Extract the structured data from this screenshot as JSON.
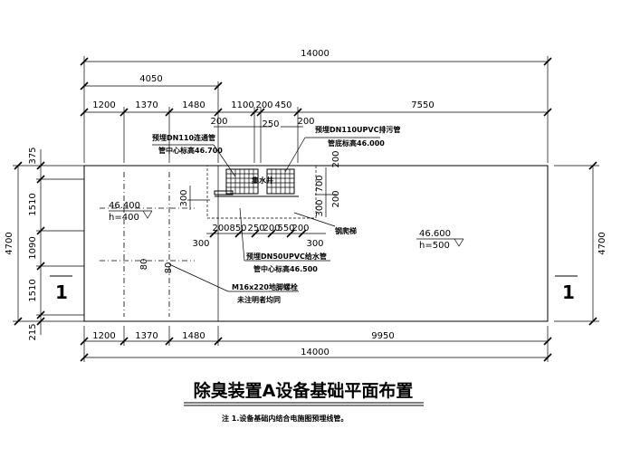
{
  "drawing": {
    "title": "除臭装置A设备基础平面布置",
    "note": "注 1.设备基础内结合电施图预埋线管。",
    "section_mark": "1",
    "top_dims": {
      "total": "14000",
      "left_group": "4050",
      "row": [
        "1200",
        "1370",
        "1480",
        "1100",
        "200",
        "450",
        "7550"
      ],
      "small_200_a": "200",
      "small_250": "250",
      "small_200_b": "200"
    },
    "bottom_dims": {
      "row": [
        "1200",
        "1370",
        "1480",
        "9950"
      ],
      "total": "14000"
    },
    "left_dims": {
      "total": "4700",
      "row": [
        "375",
        "1510",
        "1090",
        "1510",
        "215"
      ]
    },
    "right_dims": {
      "total": "4700"
    },
    "mid_dims": {
      "row": [
        "200",
        "850",
        "250",
        "200",
        "550",
        "200"
      ],
      "left_300": "300",
      "right_300": "300",
      "v_300": "300",
      "v_300_b": "300",
      "v_200_top": "200",
      "v_700": "700",
      "v_200": "200",
      "v_80_a": "80",
      "v_80_b": "80"
    },
    "annotations": {
      "dn110_line1": "预埋DN110连通管",
      "dn110_line2": "管中心标高46.700",
      "upvc_line1": "预埋DN110UPVC排污管",
      "upvc_line2": "管底标高46.000",
      "dn50_line1": "预埋DN50UPVC给水管",
      "dn50_line2": "管中心标高46.500",
      "ladder": "钢爬梯",
      "bolt_line1": "M16x220地脚螺栓",
      "bolt_line2": "未注明者均同",
      "elev_left": "46.400",
      "h_left": "h=400",
      "elev_right": "46.600",
      "h_right": "h=500",
      "chamber_label": "集水井"
    }
  }
}
